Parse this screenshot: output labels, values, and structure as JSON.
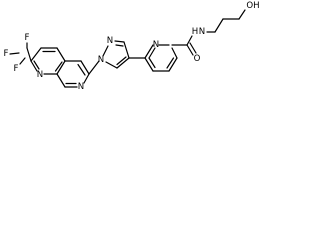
{
  "diagram": {
    "atom_labels": {
      "f_top": "F",
      "f_left": "F",
      "f_bottom": "F",
      "n_naph_a": "N",
      "n_naph_b": "N",
      "n_pyrazole_1": "N",
      "n_pyrazole_2": "N",
      "n_pyridine": "N",
      "nh_amide": "N",
      "h_amide": "H",
      "o_carbonyl": "O",
      "oh_group": "OH"
    }
  }
}
